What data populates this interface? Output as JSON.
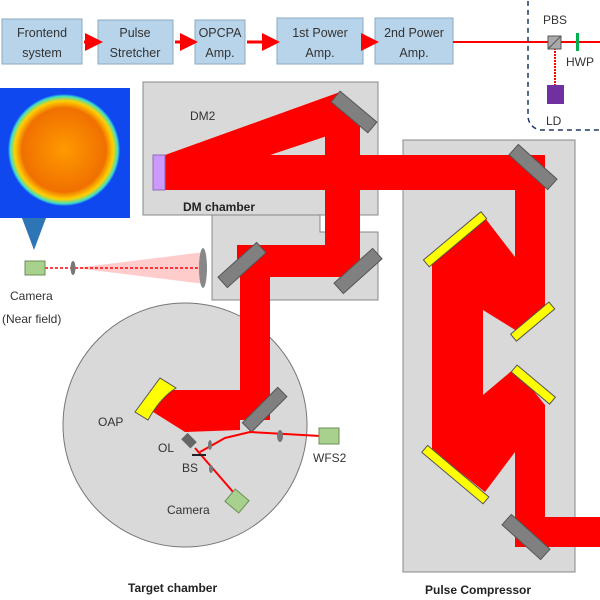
{
  "colors": {
    "beam": "#ff0000",
    "stage_box": "#b8d4ea",
    "chamber": "#d9d9d9",
    "grating": "#ffff00",
    "mirror": "#808080",
    "deformable_mirror": "#cc99ff",
    "laser_diode": "#7030a0",
    "camera": "#a9d18e",
    "hwp": "#00b050",
    "dashed_outline": "#1f3864"
  },
  "chain": [
    {
      "line1": "Frontend",
      "line2": "system"
    },
    {
      "line1": "Pulse",
      "line2": "Stretcher"
    },
    {
      "line1": "OPCPA",
      "line2": "Amp."
    },
    {
      "line1": "1st Power",
      "line2": "Amp."
    },
    {
      "line1": "2nd Power",
      "line2": "Amp."
    }
  ],
  "alignment": {
    "pbs": "PBS",
    "hwp": "HWP",
    "ld": "LD"
  },
  "dm_chamber": {
    "dm_label": "DM2",
    "title": "DM chamber"
  },
  "near_field_camera": {
    "line1": "Camera",
    "line2": "(Near field)"
  },
  "target_chamber": {
    "title": "Target chamber",
    "oap": "OAP",
    "ol": "OL",
    "bs": "BS",
    "wfs": "WFS2",
    "camera": "Camera"
  },
  "compressor": {
    "title": "Pulse Compressor"
  }
}
